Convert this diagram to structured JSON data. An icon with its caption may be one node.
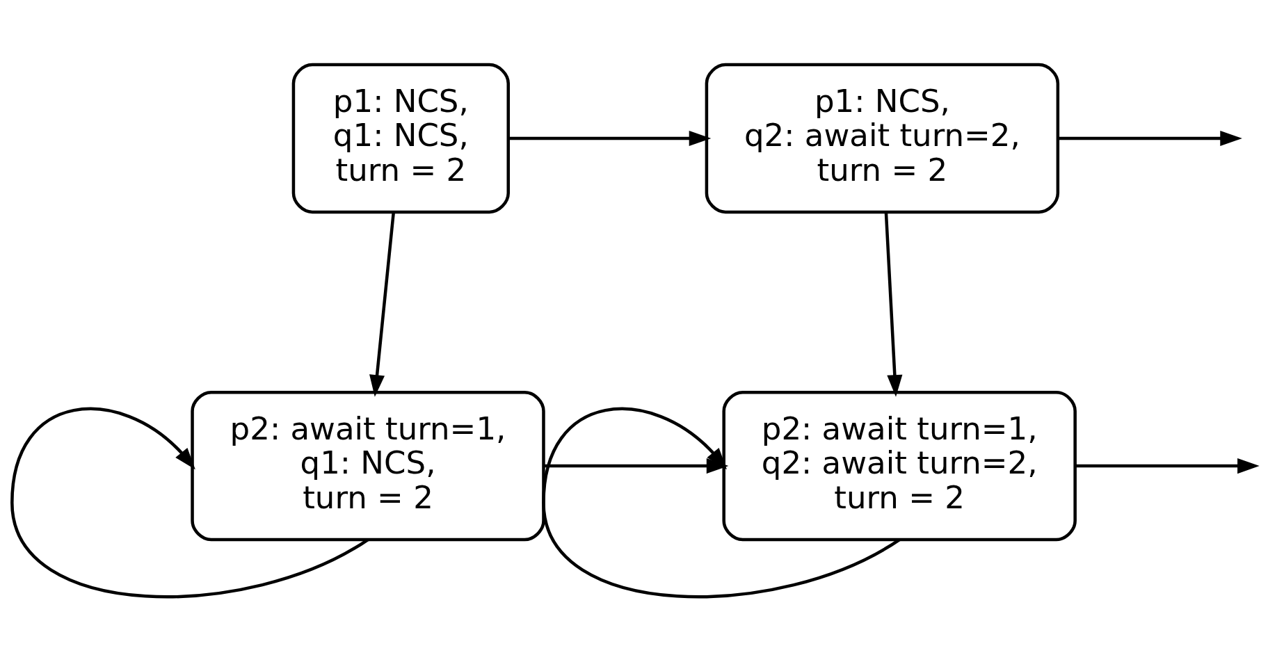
{
  "diagram": {
    "nodes": [
      {
        "text": [
          "p1: NCS,",
          "q1: NCS,",
          "turn = 2"
        ]
      },
      {
        "text": [
          "p1: NCS,",
          "q2: await turn=2,",
          "turn = 2"
        ]
      },
      {
        "text": [
          "p2: await turn=1,",
          "q1: NCS,",
          "turn = 2"
        ]
      },
      {
        "text": [
          "p2: await turn=1,",
          "q2: await turn=2,",
          "turn = 2"
        ]
      }
    ],
    "edges": [
      {
        "from": 0,
        "to": 1,
        "arrow": "to"
      },
      {
        "from": 1,
        "to": null,
        "arrow": "to"
      },
      {
        "from": 0,
        "to": 2,
        "arrow": "to"
      },
      {
        "from": 1,
        "to": 3,
        "arrow": "to"
      },
      {
        "from": 2,
        "to": 2,
        "arrow": "to"
      },
      {
        "from": 2,
        "to": 3,
        "arrow": "to"
      },
      {
        "from": 3,
        "to": 3,
        "arrow": "to"
      },
      {
        "from": 3,
        "to": null,
        "arrow": "to"
      }
    ]
  }
}
